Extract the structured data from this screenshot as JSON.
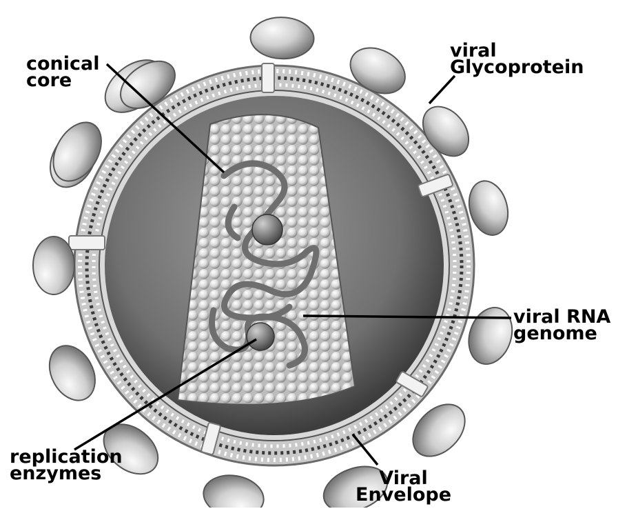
{
  "diagram": {
    "labels": {
      "conical_core": [
        "conical",
        "core"
      ],
      "viral_glycoprotein": [
        "viral",
        "Glycoprotein"
      ],
      "viral_rna_genome": [
        "viral RNA",
        "genome"
      ],
      "replication_enzymes": [
        "replication",
        "enzymes"
      ],
      "viral_envelope": [
        "Viral",
        "Envelope"
      ]
    },
    "colors": {
      "background": "#ffffff",
      "leader_line": "#000000",
      "shell": "#b8b8b8",
      "interior": "#6f6f6f",
      "capsid": "#e6e6e6",
      "rna": "#8a8a8a"
    }
  }
}
